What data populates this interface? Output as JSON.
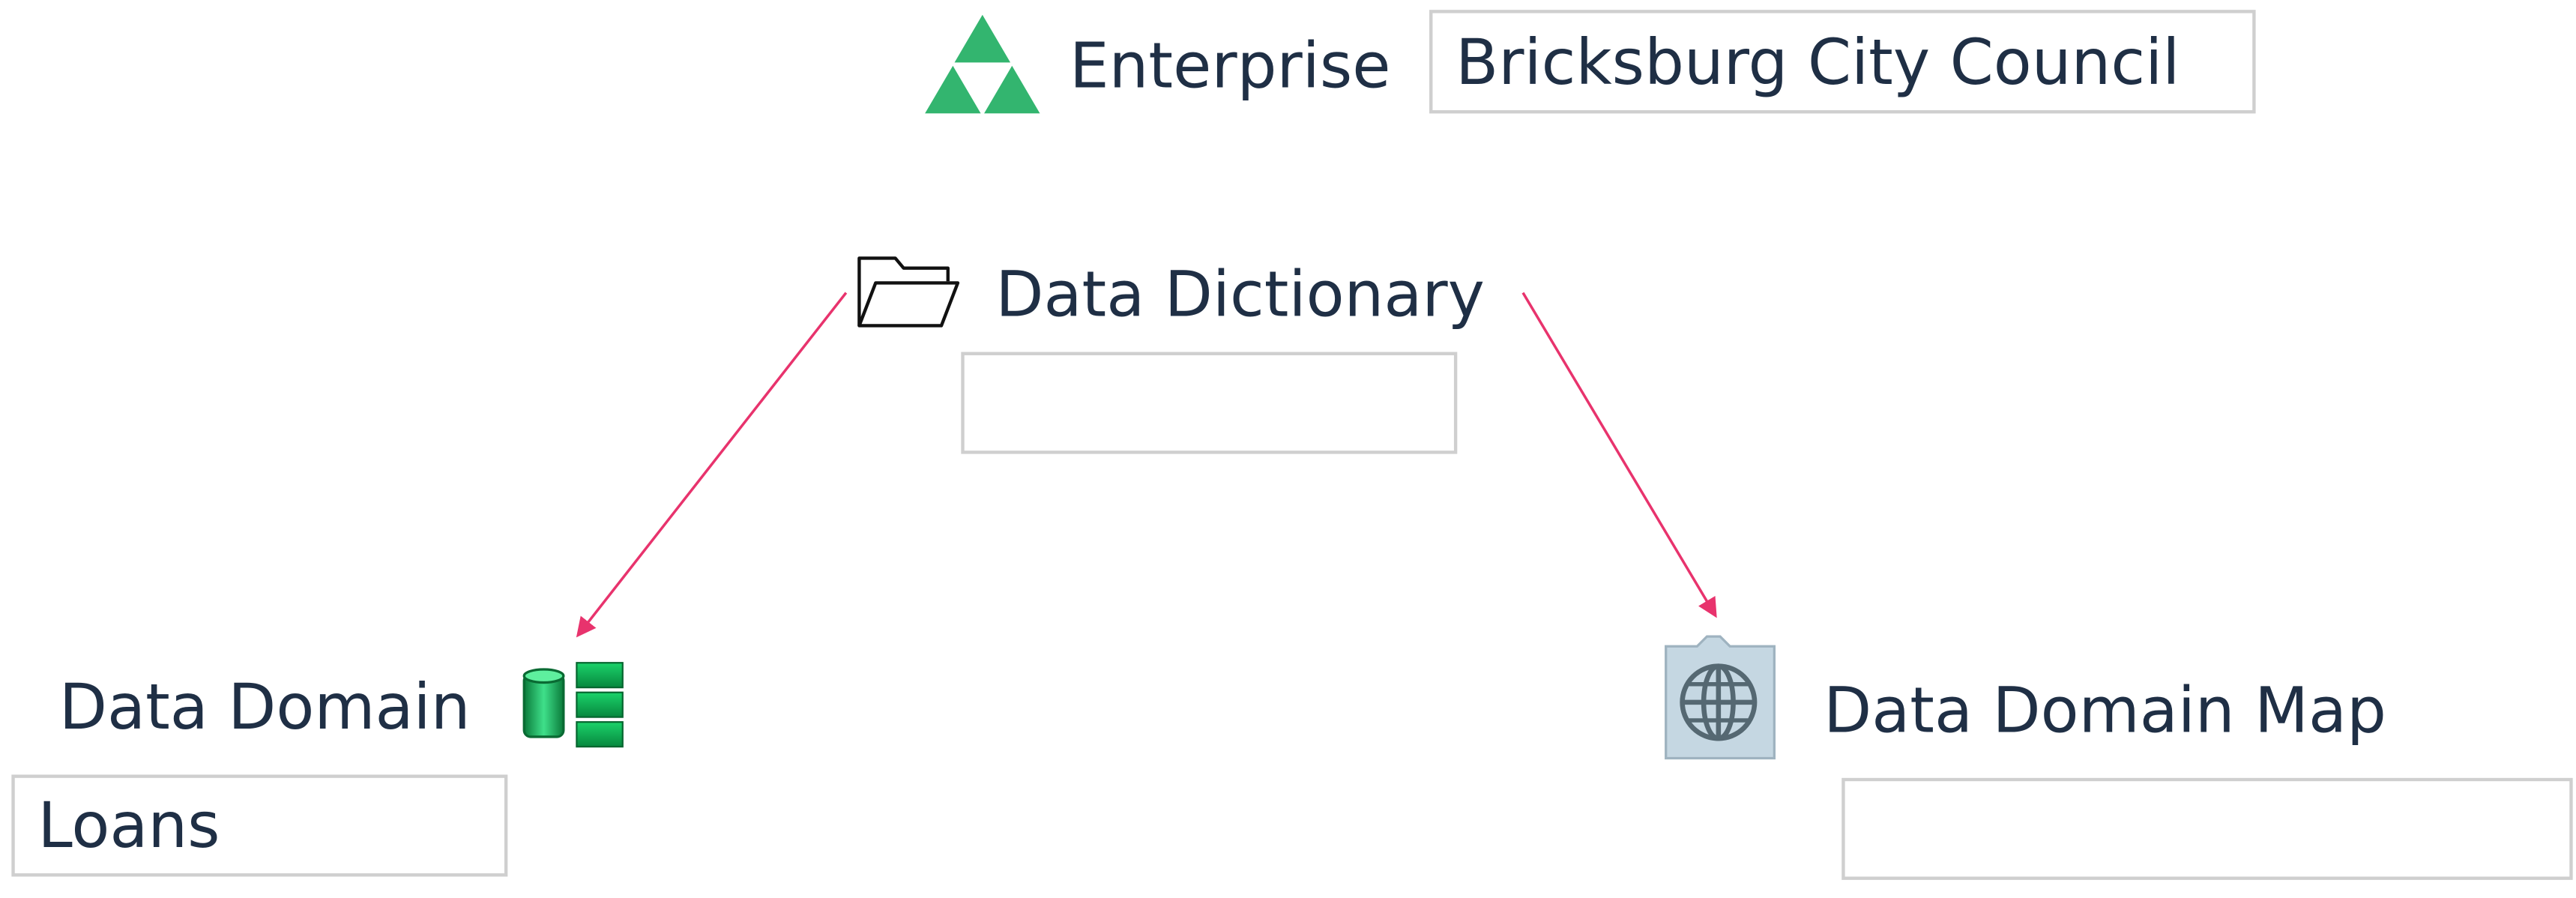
{
  "colors": {
    "text": "#1f2f45",
    "arrow": "#e8336d",
    "box_border": "#cfcfcf",
    "enterprise_icon": "#33b56f",
    "domain_icon": "#18c060",
    "map_icon_bg": "#c5d7e2"
  },
  "enterprise": {
    "label": "Enterprise",
    "value": "Bricksburg City Council",
    "icon": "triforce-icon"
  },
  "dictionary": {
    "label": "Data Dictionary",
    "value": "",
    "icon": "folder-icon"
  },
  "domain": {
    "label": "Data Domain",
    "value": "Loans",
    "icon": "database-table-icon"
  },
  "domain_map": {
    "label": "Data Domain Map",
    "value": "",
    "icon": "globe-icon"
  },
  "edges": [
    {
      "from": "Data Dictionary",
      "to": "Data Domain"
    },
    {
      "from": "Data Dictionary",
      "to": "Data Domain Map"
    }
  ]
}
